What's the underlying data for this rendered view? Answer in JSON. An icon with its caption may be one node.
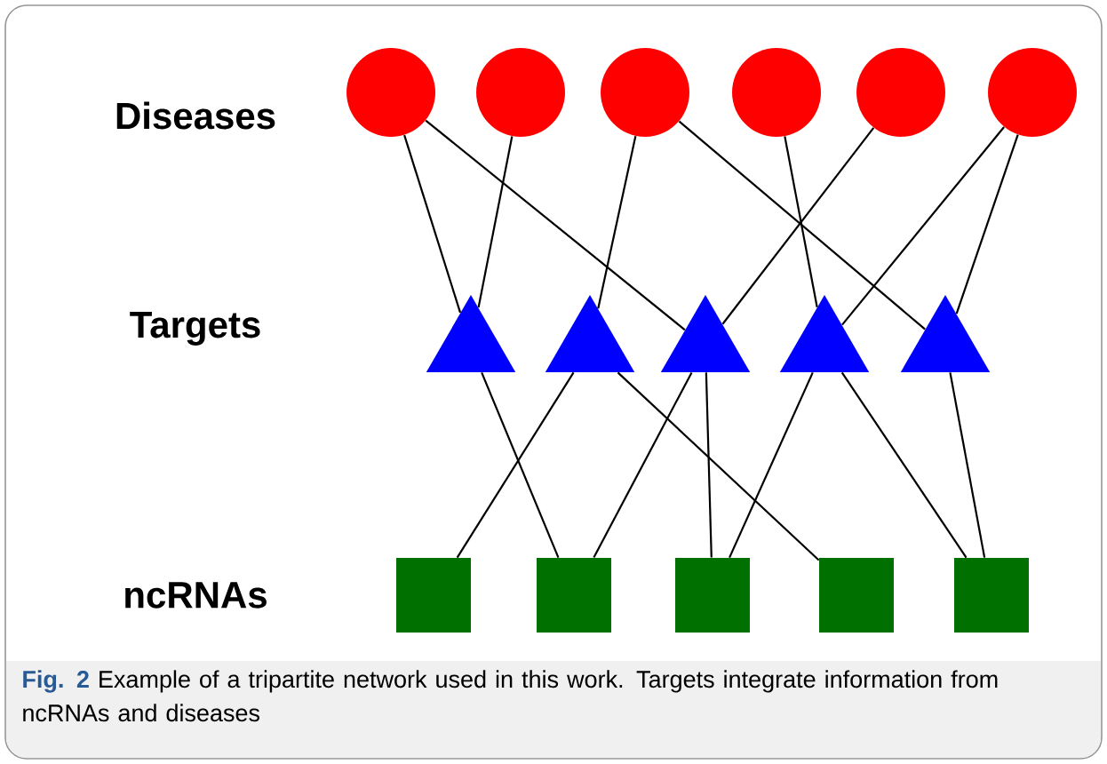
{
  "diagram": {
    "caption": "**Fig. 2** Example of a tripartite network used in this work. Targets integrate information from ncRNAs and diseases",
    "nodes": [
      {
        "text": [],
        "shape": "circle"
      },
      {
        "text": [],
        "shape": "circle"
      },
      {
        "text": [],
        "shape": "circle"
      },
      {
        "text": [],
        "shape": "circle"
      },
      {
        "text": [],
        "shape": "circle"
      },
      {
        "text": [],
        "shape": "circle"
      },
      {
        "text": [],
        "shape": "triangle"
      },
      {
        "text": [],
        "shape": "triangle"
      },
      {
        "text": [],
        "shape": "triangle"
      },
      {
        "text": [],
        "shape": "triangle"
      },
      {
        "text": [],
        "shape": "triangle"
      },
      {
        "text": [],
        "shape": "box"
      },
      {
        "text": [],
        "shape": "box"
      },
      {
        "text": [],
        "shape": "box"
      },
      {
        "text": [],
        "shape": "box"
      },
      {
        "text": [],
        "shape": "box"
      }
    ],
    "edges": [
      {
        "from": 0,
        "to": 6,
        "arrow": "none"
      },
      {
        "from": 0,
        "to": 8,
        "arrow": "none"
      },
      {
        "from": 1,
        "to": 6,
        "arrow": "none"
      },
      {
        "from": 2,
        "to": 7,
        "arrow": "none"
      },
      {
        "from": 2,
        "to": 10,
        "arrow": "none"
      },
      {
        "from": 3,
        "to": 9,
        "arrow": "none"
      },
      {
        "from": 4,
        "to": 8,
        "arrow": "none"
      },
      {
        "from": 5,
        "to": 9,
        "arrow": "none"
      },
      {
        "from": 5,
        "to": 10,
        "arrow": "none"
      },
      {
        "from": 6,
        "to": 12,
        "arrow": "none"
      },
      {
        "from": 7,
        "to": 11,
        "arrow": "none"
      },
      {
        "from": 7,
        "to": 14,
        "arrow": "none"
      },
      {
        "from": 8,
        "to": 12,
        "arrow": "none"
      },
      {
        "from": 8,
        "to": 13,
        "arrow": "none"
      },
      {
        "from": 9,
        "to": 13,
        "arrow": "none"
      },
      {
        "from": 9,
        "to": 15,
        "arrow": "none"
      },
      {
        "from": 10,
        "to": 15,
        "arrow": "none"
      }
    ],
    "labels": [
      "Diseases",
      "Targets",
      "ncRNAs"
    ]
  }
}
